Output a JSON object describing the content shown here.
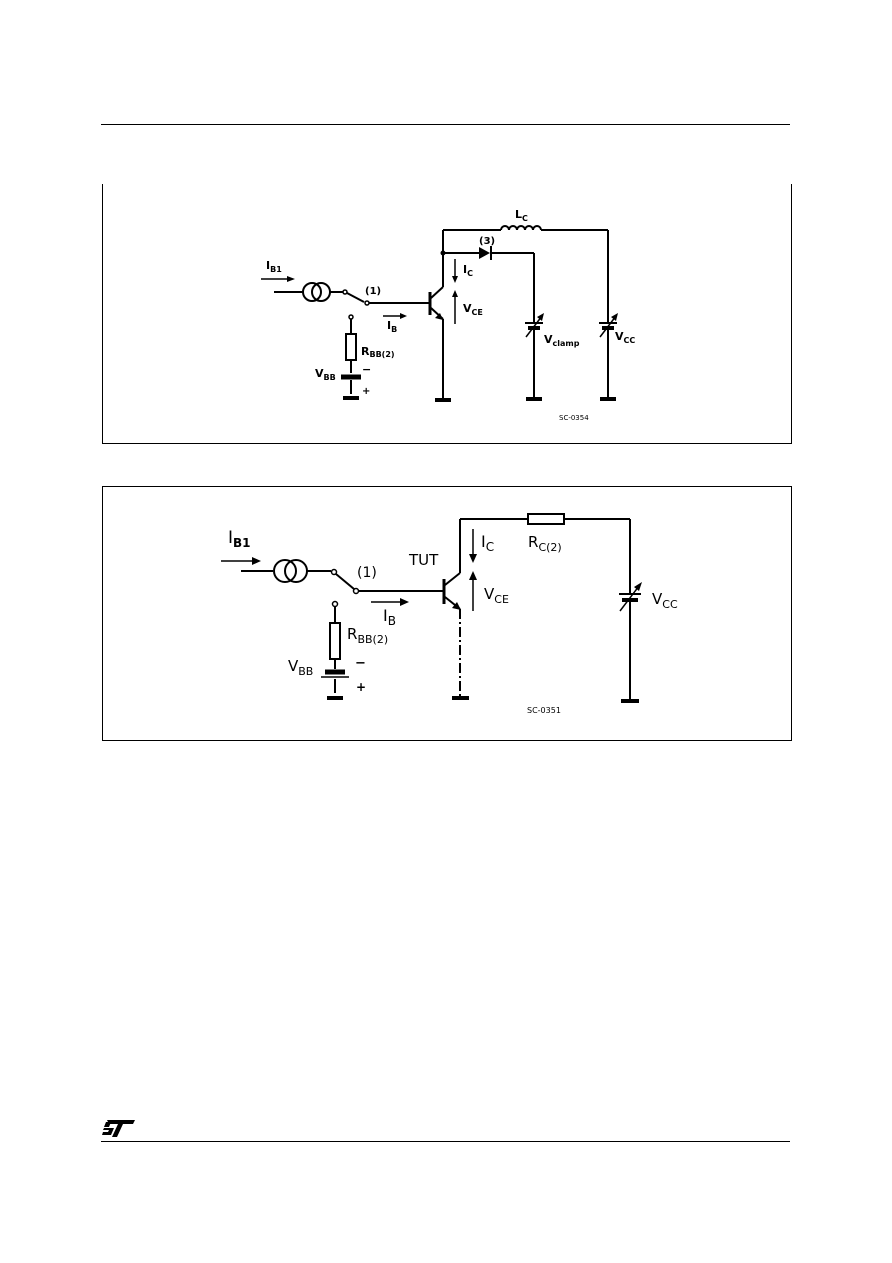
{
  "page": {
    "logo_name": "st-logo"
  },
  "figure_1": {
    "labels": {
      "ib1_main": "I",
      "ib1_sub": "B1",
      "node1": "(1)",
      "ib_main": "I",
      "ib_sub": "B",
      "rbb_main": "R",
      "rbb_sub": "BB(2)",
      "vbb_main": "V",
      "vbb_sub": "BB",
      "minus": "−",
      "plus": "+",
      "ic_main": "I",
      "ic_sub": "C",
      "vce_main": "V",
      "vce_sub": "CE",
      "lc_main": "L",
      "lc_sub": "C",
      "diode": "(3)",
      "vclamp_main": "V",
      "vclamp_sub": "clamp",
      "vcc_main": "V",
      "vcc_sub": "CC",
      "code": "SC-0354"
    }
  },
  "figure_2": {
    "labels": {
      "ib1_main": "I",
      "ib1_sub": "B1",
      "node1": "(1)",
      "tut": "TUT",
      "ib_main": "I",
      "ib_sub": "B",
      "rbb_main": "R",
      "rbb_sub": "BB(2)",
      "vbb_main": "V",
      "vbb_sub": "BB",
      "minus": "−",
      "plus": "+",
      "ic_main": "I",
      "ic_sub": "C",
      "vce_main": "V",
      "vce_sub": "CE",
      "rc_main": "R",
      "rc_sub": "C(2)",
      "vcc_main": "V",
      "vcc_sub": "CC",
      "code": "SC-0351"
    }
  }
}
